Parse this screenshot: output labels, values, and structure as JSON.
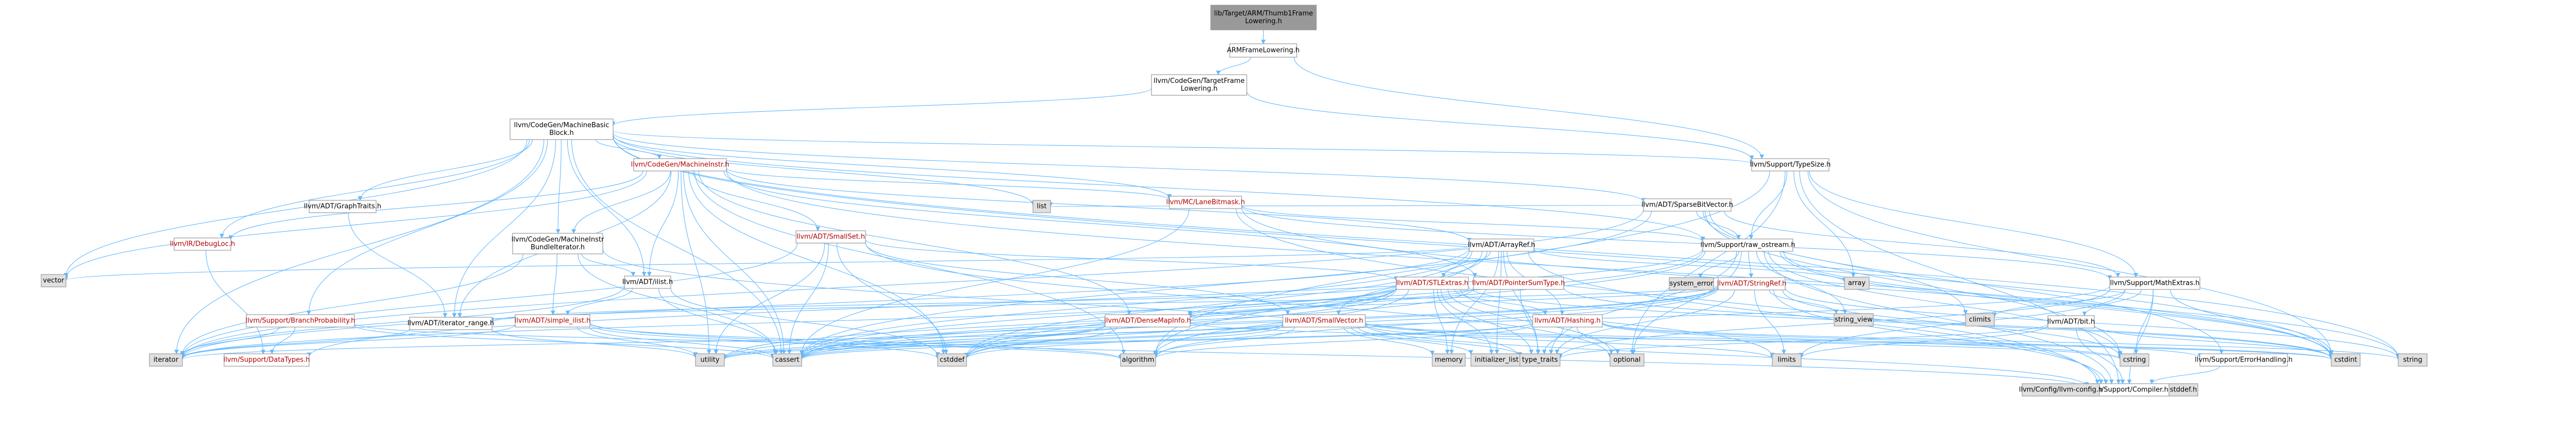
{
  "diagram": {
    "kind": "include-dependency-graph",
    "colors": {
      "edge": "#63b8ff",
      "root_fill": "#999999",
      "node_fill": "#ffffff",
      "external_fill": "#e0e0e0",
      "border": "#999999",
      "red_text": "#b00000"
    },
    "nodes": [
      {
        "id": "root",
        "lines": [
          "lib/Target/ARM/Thumb1Frame",
          "Lowering.h"
        ],
        "style": "root"
      },
      {
        "id": "armfl",
        "lines": [
          "ARMFrameLowering.h"
        ],
        "style": "normal"
      },
      {
        "id": "tfl",
        "lines": [
          "llvm/CodeGen/TargetFrame",
          "Lowering.h"
        ],
        "style": "normal"
      },
      {
        "id": "mbb",
        "lines": [
          "llvm/CodeGen/MachineBasic",
          "Block.h"
        ],
        "style": "normal"
      },
      {
        "id": "tsz",
        "lines": [
          "llvm/Support/TypeSize.h"
        ],
        "style": "normal"
      },
      {
        "id": "graphtraits",
        "lines": [
          "llvm/ADT/GraphTraits.h"
        ],
        "style": "normal"
      },
      {
        "id": "mi",
        "lines": [
          "llvm/CodeGen/MachineInstr.h"
        ],
        "style": "red"
      },
      {
        "id": "mclb",
        "lines": [
          "llvm/MC/LaneBitmask.h"
        ],
        "style": "red"
      },
      {
        "id": "sbv",
        "lines": [
          "llvm/ADT/SparseBitVector.h"
        ],
        "style": "normal"
      },
      {
        "id": "list",
        "lines": [
          "list"
        ],
        "style": "external"
      },
      {
        "id": "irdl",
        "lines": [
          "llvm/IR/DebugLoc.h"
        ],
        "style": "red"
      },
      {
        "id": "mibb",
        "lines": [
          "llvm/CodeGen/MachineInstr",
          "BundleIterator.h"
        ],
        "style": "normal"
      },
      {
        "id": "smallset",
        "lines": [
          "llvm/ADT/SmallSet.h"
        ],
        "style": "red"
      },
      {
        "id": "arrayref",
        "lines": [
          "llvm/ADT/ArrayRef.h"
        ],
        "style": "normal"
      },
      {
        "id": "rawos",
        "lines": [
          "llvm/Support/raw_ostream.h"
        ],
        "style": "normal"
      },
      {
        "id": "vector",
        "lines": [
          "vector"
        ],
        "style": "external"
      },
      {
        "id": "ilist",
        "lines": [
          "llvm/ADT/ilist.h"
        ],
        "style": "normal"
      },
      {
        "id": "stlextras",
        "lines": [
          "llvm/ADT/STLExtras.h"
        ],
        "style": "red"
      },
      {
        "id": "pst",
        "lines": [
          "llvm/ADT/PointerSumType.h"
        ],
        "style": "red"
      },
      {
        "id": "syserr",
        "lines": [
          "system_error"
        ],
        "style": "external"
      },
      {
        "id": "stringref",
        "lines": [
          "llvm/ADT/StringRef.h"
        ],
        "style": "red"
      },
      {
        "id": "array",
        "lines": [
          "array"
        ],
        "style": "external"
      },
      {
        "id": "mathextras",
        "lines": [
          "llvm/Support/MathExtras.h"
        ],
        "style": "normal"
      },
      {
        "id": "bpi",
        "lines": [
          "llvm/Support/BranchProbability.h"
        ],
        "style": "red"
      },
      {
        "id": "iterrange",
        "lines": [
          "llvm/ADT/iterator_range.h"
        ],
        "style": "normal"
      },
      {
        "id": "simpleilist",
        "lines": [
          "llvm/ADT/simple_ilist.h"
        ],
        "style": "red"
      },
      {
        "id": "densemapinfo",
        "lines": [
          "llvm/ADT/DenseMapInfo.h"
        ],
        "style": "red"
      },
      {
        "id": "smallvector",
        "lines": [
          "llvm/ADT/SmallVector.h"
        ],
        "style": "red"
      },
      {
        "id": "hashing",
        "lines": [
          "llvm/ADT/Hashing.h"
        ],
        "style": "red"
      },
      {
        "id": "stringview",
        "lines": [
          "string_view"
        ],
        "style": "external"
      },
      {
        "id": "climits",
        "lines": [
          "climits"
        ],
        "style": "external"
      },
      {
        "id": "bit",
        "lines": [
          "llvm/ADT/bit.h"
        ],
        "style": "normal"
      },
      {
        "id": "datatypes",
        "lines": [
          "llvm/Support/DataTypes.h"
        ],
        "style": "red"
      },
      {
        "id": "iterator",
        "lines": [
          "iterator"
        ],
        "style": "external"
      },
      {
        "id": "utility",
        "lines": [
          "utility"
        ],
        "style": "external"
      },
      {
        "id": "cassert",
        "lines": [
          "cassert"
        ],
        "style": "external"
      },
      {
        "id": "cstddef",
        "lines": [
          "cstddef"
        ],
        "style": "external"
      },
      {
        "id": "algorithm",
        "lines": [
          "algorithm"
        ],
        "style": "external"
      },
      {
        "id": "memory",
        "lines": [
          "memory"
        ],
        "style": "external"
      },
      {
        "id": "initlist",
        "lines": [
          "initializer_list"
        ],
        "style": "external"
      },
      {
        "id": "typetraits",
        "lines": [
          "type_traits"
        ],
        "style": "external"
      },
      {
        "id": "optional",
        "lines": [
          "optional"
        ],
        "style": "external"
      },
      {
        "id": "limits",
        "lines": [
          "limits"
        ],
        "style": "external"
      },
      {
        "id": "cstring",
        "lines": [
          "cstring"
        ],
        "style": "external"
      },
      {
        "id": "errhandling",
        "lines": [
          "llvm/Support/ErrorHandling.h"
        ],
        "style": "normal"
      },
      {
        "id": "cstdint",
        "lines": [
          "cstdint"
        ],
        "style": "external"
      },
      {
        "id": "string",
        "lines": [
          "string"
        ],
        "style": "external"
      },
      {
        "id": "compiler",
        "lines": [
          "llvm/Support/Compiler.h"
        ],
        "style": "normal"
      },
      {
        "id": "config",
        "lines": [
          "llvm/Config/llvm-config.h"
        ],
        "style": "external"
      },
      {
        "id": "stddef",
        "lines": [
          "stddef.h"
        ],
        "style": "external"
      }
    ]
  }
}
